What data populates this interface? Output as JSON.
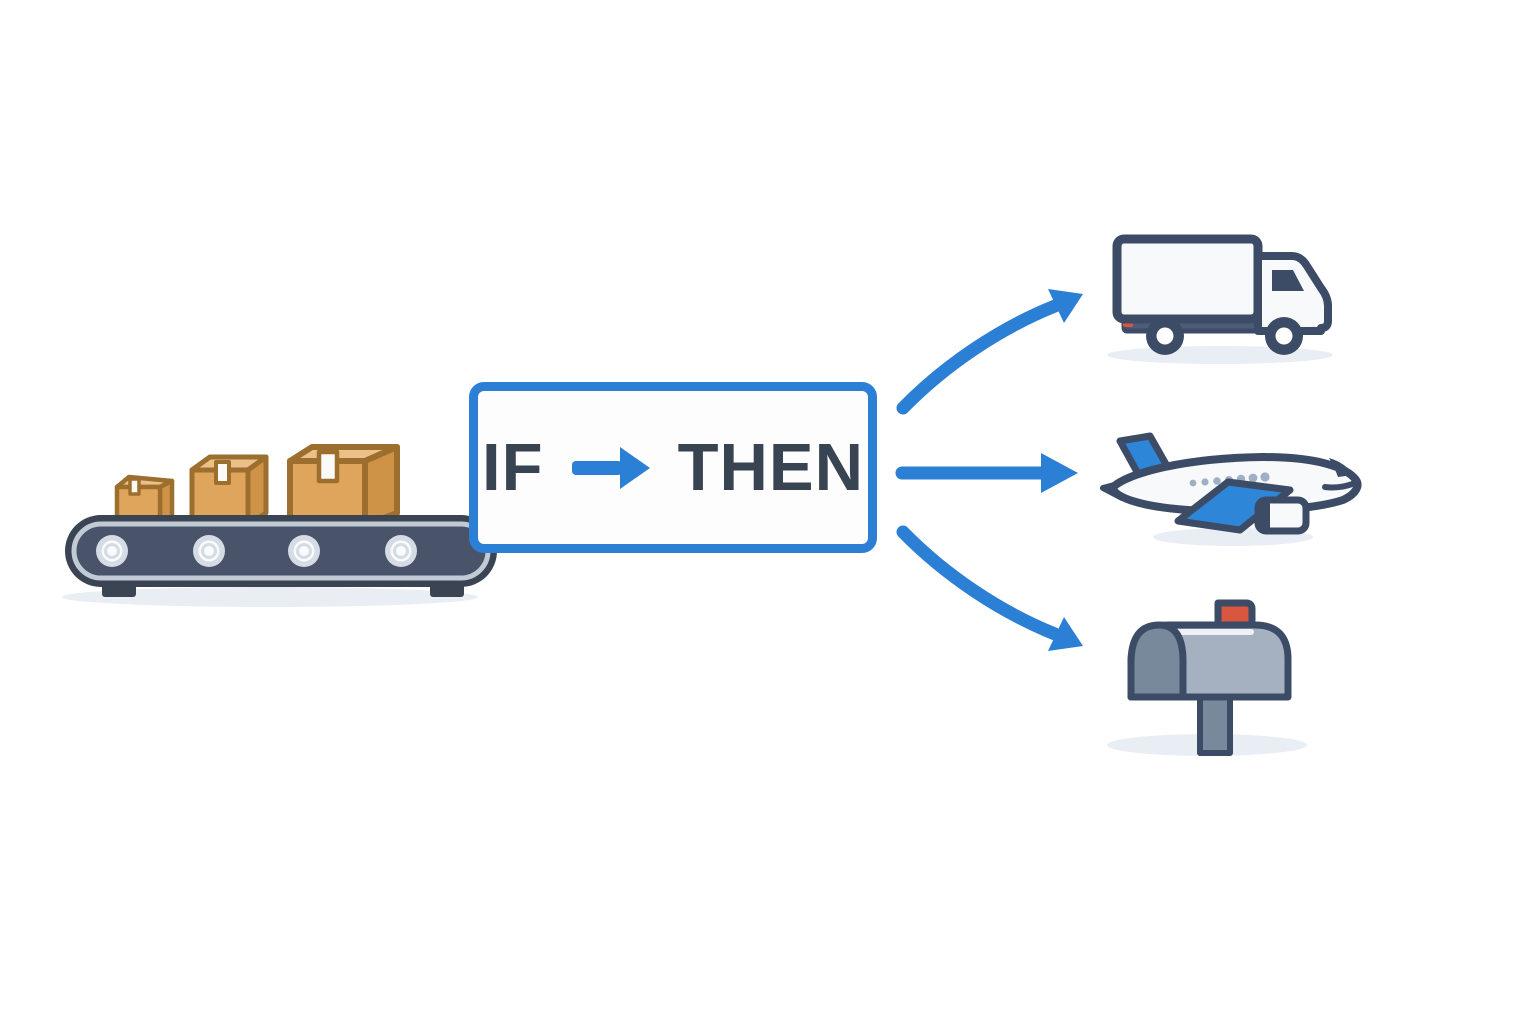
{
  "diagram": {
    "rule_box": {
      "if_label": "IF",
      "then_label": "THEN"
    },
    "source": {
      "name": "conveyor-belt-with-packages",
      "package_count": 3
    },
    "outputs": [
      {
        "id": "truck",
        "name": "delivery-truck"
      },
      {
        "id": "airplane",
        "name": "cargo-airplane"
      },
      {
        "id": "mailbox",
        "name": "mailbox-with-flag"
      }
    ],
    "colors": {
      "accent_blue": "#2b7fd4",
      "plane_blue": "#2e86d8",
      "outline_navy": "#3d4c66",
      "text_slate": "#394452",
      "box_tan": "#e0a55d",
      "box_tan_side": "#cf9348",
      "box_tan_top": "#ecc089",
      "box_outline": "#9c6f2e",
      "belt_dark": "#3a4453",
      "belt_inner": "#49546a",
      "belt_ring": "#c2cad6",
      "roller_ring": "#d5dce5",
      "chassis_slate": "#4e5d77",
      "mailbox_gray": "#a5b1c0",
      "mailbox_door_gray": "#78899c",
      "flag_red": "#d9563f",
      "tail_light_red": "#e0523f",
      "window_dot_gray": "#9fb0c4",
      "white_fill": "#f7f9fb",
      "shadow": "#e9eef4",
      "tape_white": "#fbfaf6"
    }
  }
}
